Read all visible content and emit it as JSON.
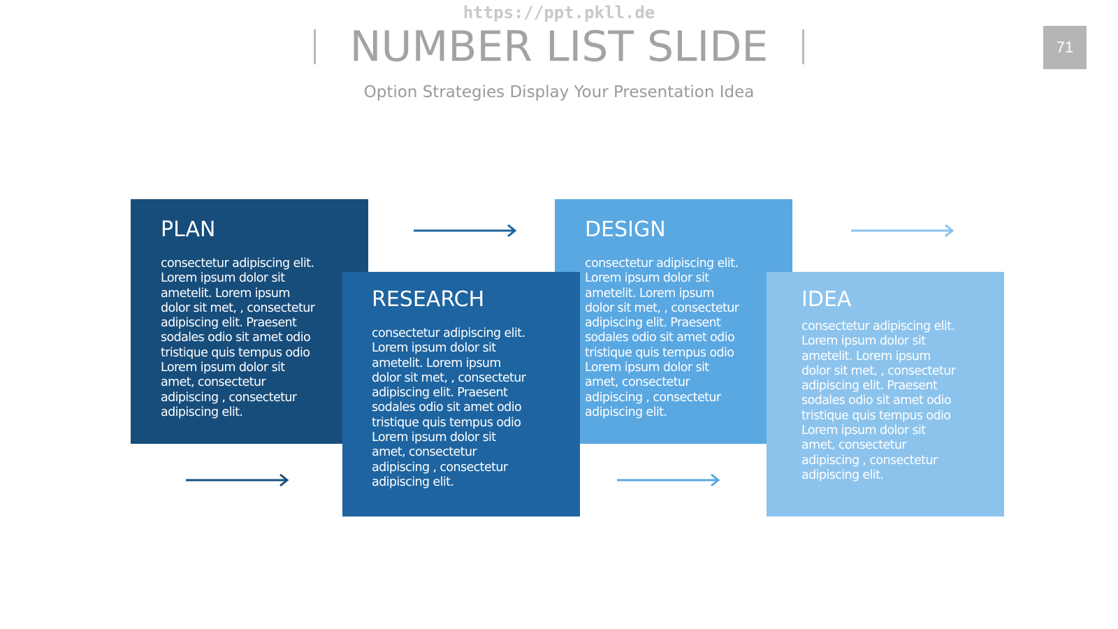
{
  "watermark": "https://ppt.pkll.de",
  "header": {
    "title": "NUMBER LIST SLIDE",
    "subtitle": "Option Strategies Display Your Presentation Idea"
  },
  "page_number": "71",
  "steps": [
    {
      "title": "PLAN",
      "body": "consectetur adipiscing elit. Lorem ipsum dolor sit ametelit. Lorem ipsum dolor sit met, , consectetur adipiscing elit. Praesent sodales odio sit amet odio tristique quis tempus odio Lorem ipsum dolor sit amet, consectetur adipiscing , consectetur adipiscing elit.",
      "color": "#174d7b"
    },
    {
      "title": "RESEARCH",
      "body": "consectetur adipiscing elit. Lorem ipsum dolor sit ametelit. Lorem ipsum dolor sit met, , consectetur adipiscing elit. Praesent sodales odio sit amet odio tristique quis tempus odio Lorem ipsum dolor sit amet, consectetur adipiscing , consectetur adipiscing elit.",
      "color": "#1e64a0"
    },
    {
      "title": "DESIGN",
      "body": "consectetur adipiscing elit. Lorem ipsum dolor sit ametelit. Lorem ipsum dolor sit met, , consectetur adipiscing elit. Praesent sodales odio sit amet odio tristique quis tempus odio Lorem ipsum dolor sit amet, consectetur adipiscing , consectetur adipiscing elit.",
      "color": "#5aa8e2"
    },
    {
      "title": "IDEA",
      "body": "consectetur adipiscing elit. Lorem ipsum dolor sit ametelit. Lorem ipsum dolor sit met, , consectetur adipiscing elit. Praesent sodales odio sit amet odio tristique quis tempus odio Lorem ipsum dolor sit amet, consectetur adipiscing , consectetur adipiscing elit.",
      "color": "#8cc3ec"
    }
  ],
  "arrow_colors": [
    "#1a4f7e",
    "#1e64a0",
    "#5aa8e2",
    "#8cc3ec"
  ],
  "icons": {
    "arrow": "right-arrow-icon"
  }
}
